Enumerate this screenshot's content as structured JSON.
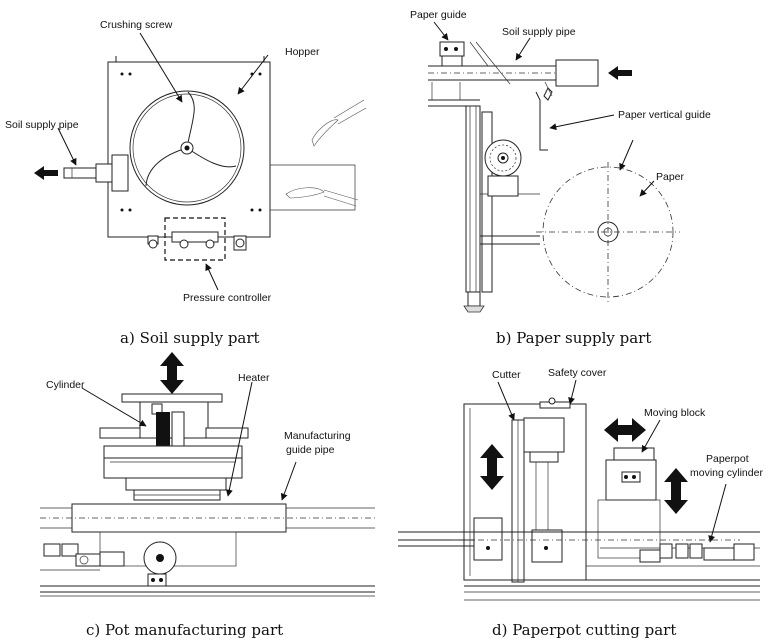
{
  "panels": [
    {
      "caption": "a) Soil supply part",
      "labels": {
        "crushing_screw": "Crushing screw",
        "hopper": "Hopper",
        "soil_supply_pipe": "Soil supply pipe",
        "pressure_controller": "Pressure controller"
      }
    },
    {
      "caption": "b) Paper supply part",
      "labels": {
        "paper_guide": "Paper guide",
        "soil_supply_pipe": "Soil supply pipe",
        "paper_vertical_guide": "Paper vertical guide",
        "paper": "Paper"
      }
    },
    {
      "caption": "c) Pot manufacturing part",
      "labels": {
        "cylinder": "Cylinder",
        "heater": "Heater",
        "manufacturing_guide_pipe_1": "Manufacturing",
        "manufacturing_guide_pipe_2": "guide pipe"
      }
    },
    {
      "caption": "d) Paperpot cutting part",
      "labels": {
        "cutter": "Cutter",
        "safety_cover": "Safety cover",
        "moving_block": "Moving block",
        "paperpot_moving_cylinder_1": "Paperpot",
        "paperpot_moving_cylinder_2": "moving cylinder"
      }
    }
  ]
}
